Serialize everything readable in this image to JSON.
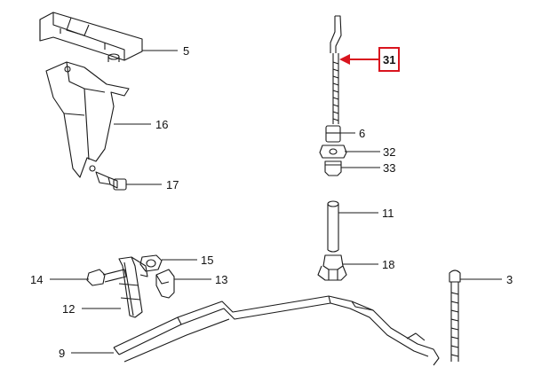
{
  "diagram": {
    "callouts": [
      {
        "id": "c5",
        "text": "5"
      },
      {
        "id": "c16",
        "text": "16"
      },
      {
        "id": "c17",
        "text": "17"
      },
      {
        "id": "c31",
        "text": "31"
      },
      {
        "id": "c6",
        "text": "6"
      },
      {
        "id": "c32",
        "text": "32"
      },
      {
        "id": "c33",
        "text": "33"
      },
      {
        "id": "c11",
        "text": "11"
      },
      {
        "id": "c18",
        "text": "18"
      },
      {
        "id": "c15",
        "text": "15"
      },
      {
        "id": "c14",
        "text": "14"
      },
      {
        "id": "c13",
        "text": "13"
      },
      {
        "id": "c12",
        "text": "12"
      },
      {
        "id": "c3",
        "text": "3"
      },
      {
        "id": "c9",
        "text": "9"
      }
    ],
    "highlight": {
      "callout": "31",
      "color": "#d9141e"
    }
  }
}
